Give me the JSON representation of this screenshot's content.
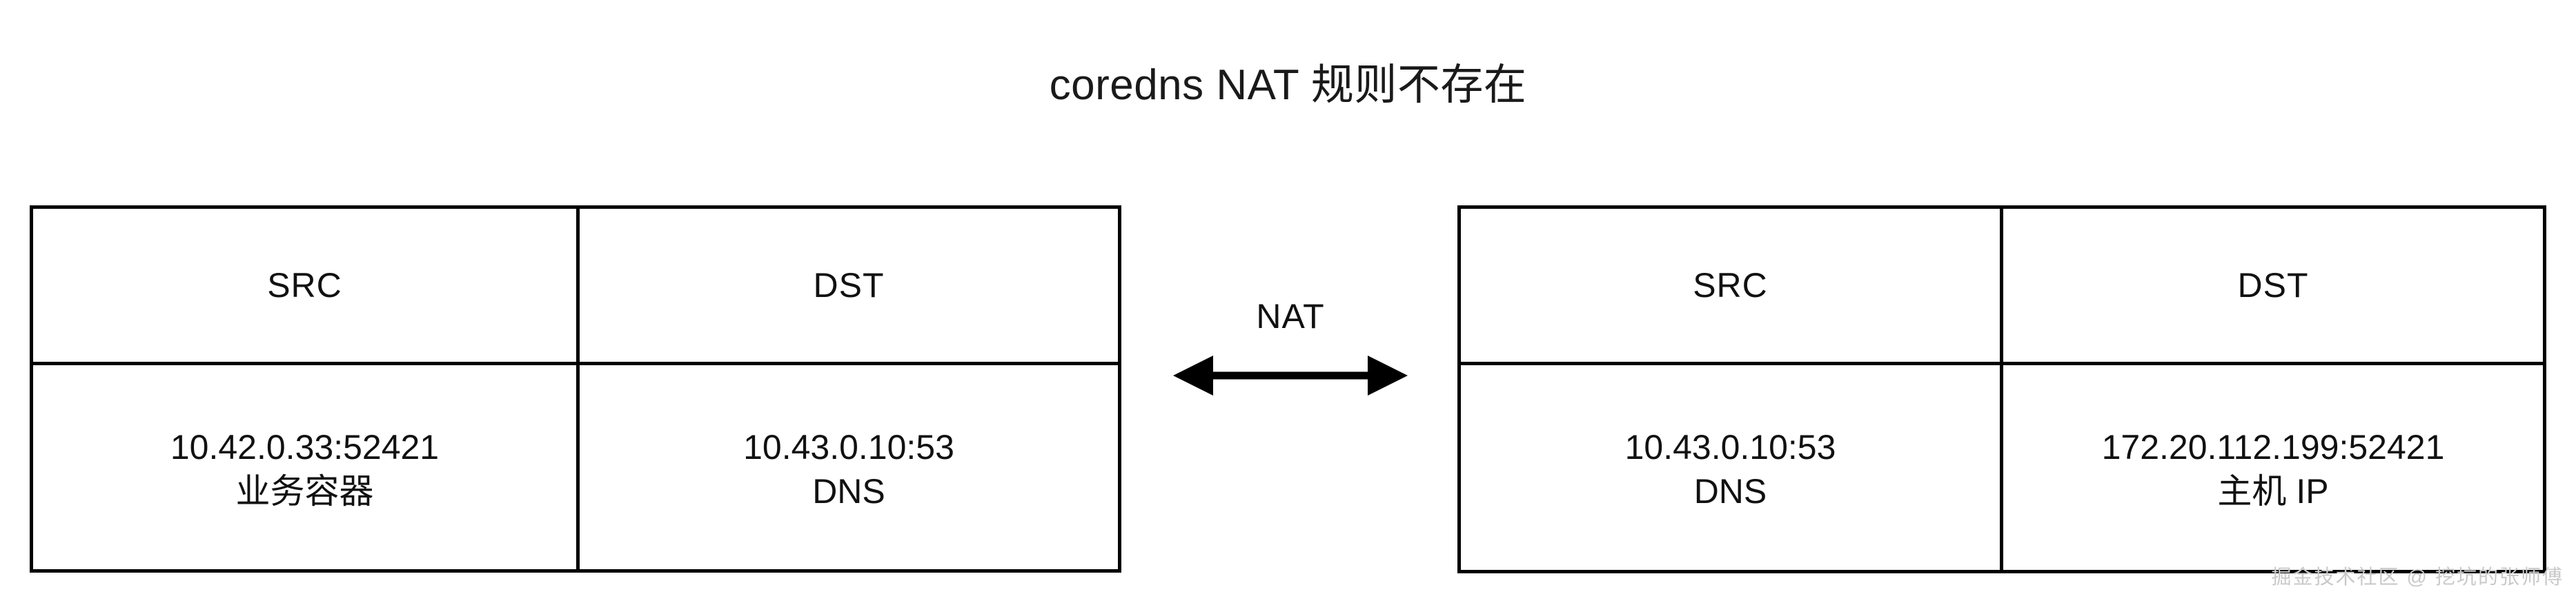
{
  "diagram": {
    "title": "coredns NAT 规则不存在",
    "connector": {
      "label": "NAT",
      "arrow_icon": "double-headed-arrow-icon",
      "direction": "bidirectional"
    },
    "watermark": "掘金技术社区 @ 挖坑的张师傅",
    "colors": {
      "stroke": "#000000",
      "background": "#ffffff",
      "text": "#111111",
      "watermark": "#c9c9c9"
    }
  },
  "tables": [
    {
      "id": "before-nat",
      "position": "left",
      "headers": [
        "SRC",
        "DST"
      ],
      "rows": [
        {
          "src": {
            "address": "10.42.0.33:52421",
            "note": "业务容器"
          },
          "dst": {
            "address": "10.43.0.10:53",
            "note": "DNS"
          }
        }
      ]
    },
    {
      "id": "after-nat",
      "position": "right",
      "headers": [
        "SRC",
        "DST"
      ],
      "rows": [
        {
          "src": {
            "address": "10.43.0.10:53",
            "note": "DNS"
          },
          "dst": {
            "address": "172.20.112.199:52421",
            "note": "主机 IP"
          }
        }
      ]
    }
  ]
}
